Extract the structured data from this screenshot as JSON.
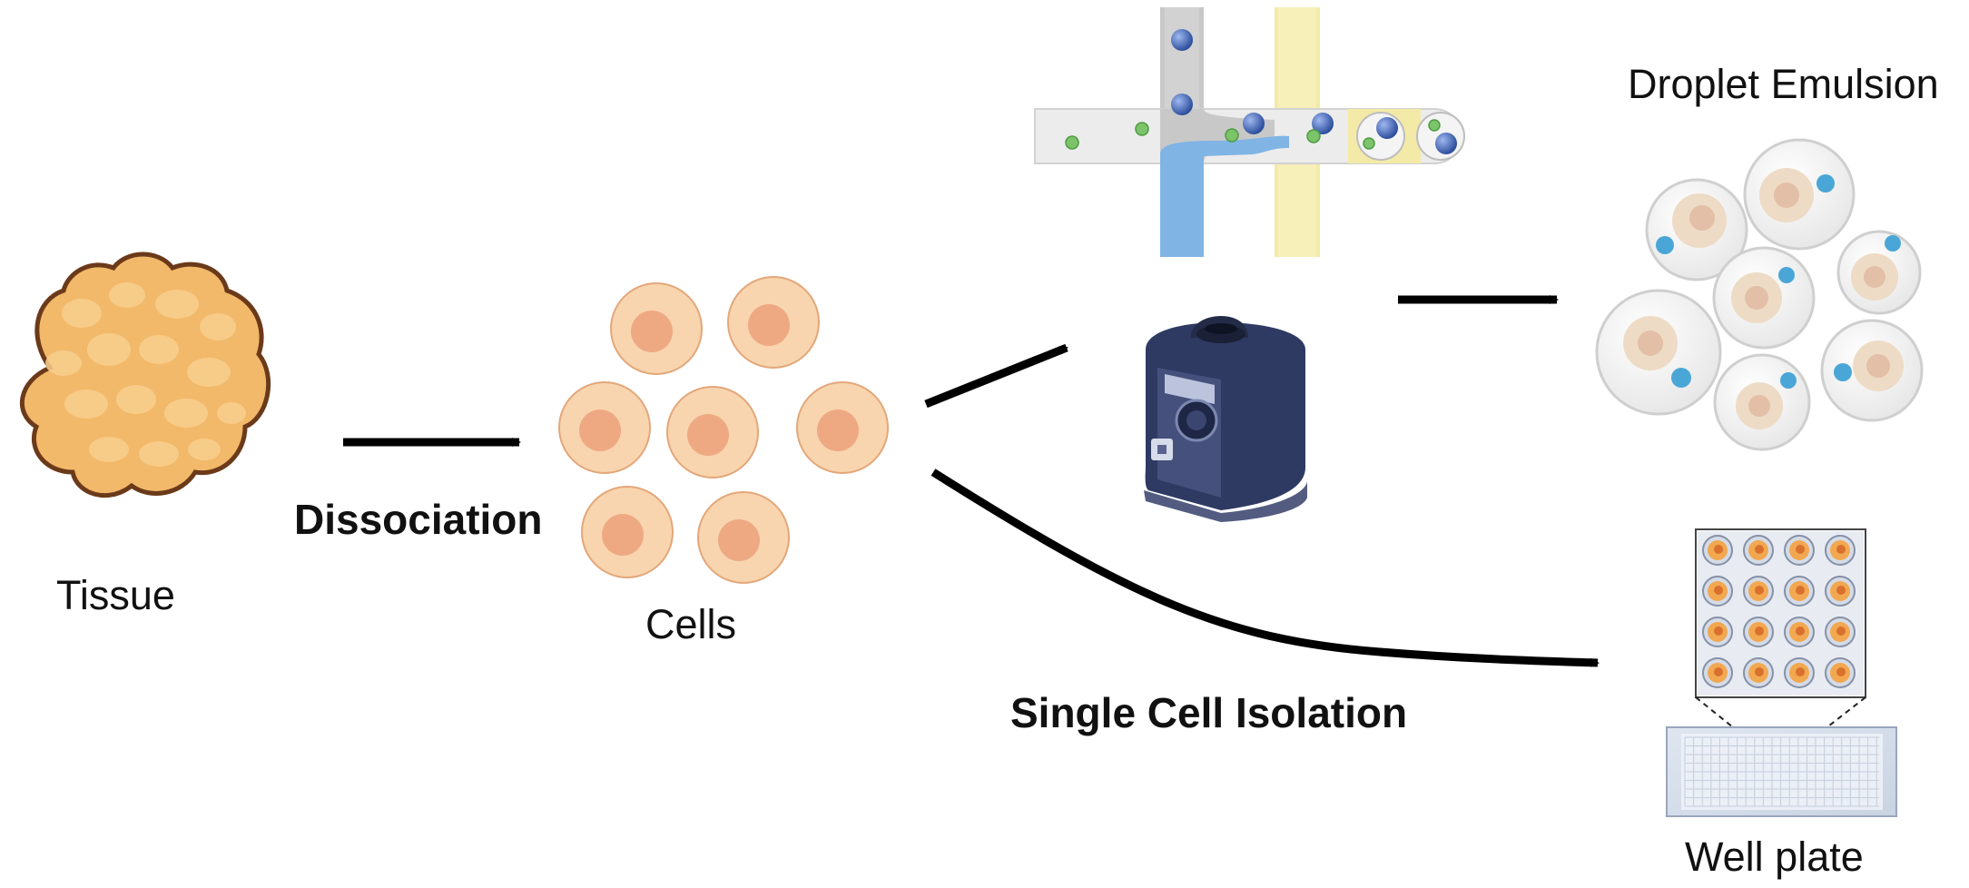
{
  "labels": {
    "tissue": "Tissue",
    "dissociation": "Dissociation",
    "cells": "Cells",
    "droplet_emulsion": "Droplet Emulsion",
    "single_cell_isolation": "Single Cell Isolation",
    "well_plate": "Well plate"
  },
  "colors": {
    "tissue_fill": "#f2b96a",
    "tissue_outline": "#6b3a1a",
    "cell_fill": "#f8d5ae",
    "cell_nucleus": "#eea983",
    "cell_outline": "#e3a77a",
    "channel_gray": "#c8c8c8",
    "channel_blue": "#7fb4e5",
    "channel_yellow": "#f3eaa8",
    "vortex_body": "#2f3a63",
    "bead_blue": "#3d64b8",
    "bead_cyan": "#4aa6d6",
    "small_green": "#7cc46a",
    "arrow": "#000000"
  },
  "icons": {
    "tissue": "tissue-blob-icon",
    "microfluidic": "microfluidic-chip-icon",
    "vortex": "vortex-mixer-icon",
    "droplets": "droplet-emulsion-icon",
    "well_plate": "well-plate-icon"
  }
}
